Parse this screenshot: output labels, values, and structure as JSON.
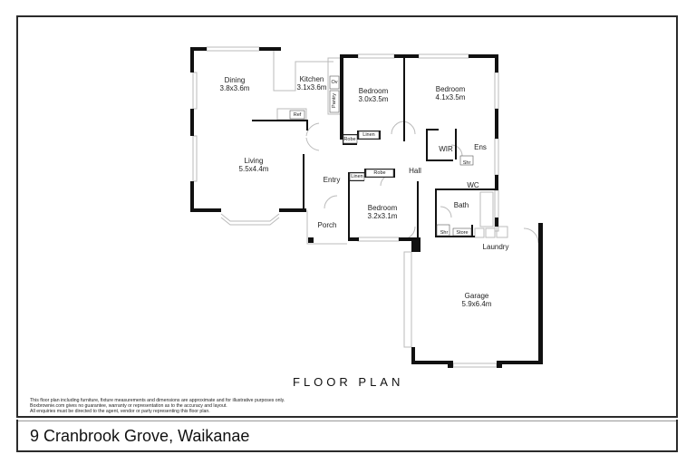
{
  "plan": {
    "title": "FLOOR PLAN",
    "rooms": [
      {
        "name": "Dining",
        "size": "3.8x3.6m"
      },
      {
        "name": "Kitchen",
        "size": "3.1x3.6m"
      },
      {
        "name": "Bedroom",
        "size": "3.0x3.5m"
      },
      {
        "name": "Bedroom",
        "size": "4.1x3.5m"
      },
      {
        "name": "Living",
        "size": "5.5x4.4m"
      },
      {
        "name": "Entry",
        "size": ""
      },
      {
        "name": "Hall",
        "size": ""
      },
      {
        "name": "Bedroom",
        "size": "3.2x3.1m"
      },
      {
        "name": "Porch",
        "size": ""
      },
      {
        "name": "Garage",
        "size": "5.9x6.4m"
      },
      {
        "name": "Laundry",
        "size": ""
      },
      {
        "name": "WIR",
        "size": ""
      },
      {
        "name": "Ens",
        "size": ""
      },
      {
        "name": "WC",
        "size": ""
      },
      {
        "name": "Bath",
        "size": ""
      }
    ],
    "fixtures": {
      "ref": "Ref",
      "ov": "Ov",
      "pantry": "Pantry",
      "robe1": "Robe",
      "linen1": "Linen",
      "linen2": "Linen",
      "robe2": "Robe",
      "shr1": "Shr",
      "shr2": "Shr",
      "store": "Store"
    }
  },
  "disclaimer": [
    "This floor plan including furniture, fixture measurements and dimensions are approximate and for illustrative purposes only.",
    "Boxbrownie.com gives no guarantee, warranty or representation as to the accuracy and layout.",
    "All enquiries must be directed to the agent, vendor or party representing this floor plan."
  ],
  "address": "9 Cranbrook Grove, Waikanae"
}
